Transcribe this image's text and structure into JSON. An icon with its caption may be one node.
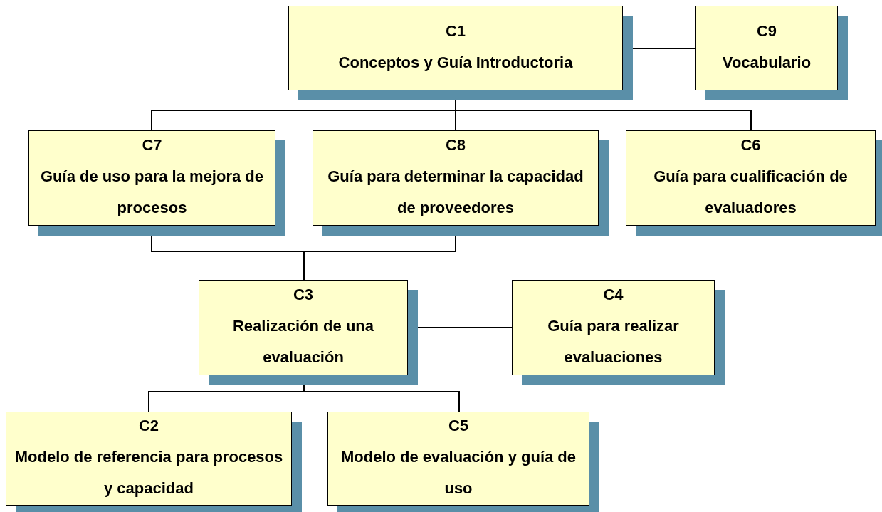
{
  "diagram": {
    "nodes": [
      {
        "text": [
          "C1",
          "Conceptos y Guía Introductoria"
        ]
      },
      {
        "text": [
          "C9",
          "Vocabulario"
        ]
      },
      {
        "text": [
          "C7",
          "Guía de uso para la mejora de procesos"
        ]
      },
      {
        "text": [
          "C8",
          "Guía para determinar la capacidad de proveedores"
        ]
      },
      {
        "text": [
          "C6",
          "Guía para cualificación de evaluadores"
        ]
      },
      {
        "text": [
          "C3",
          "Realización de una evaluación"
        ]
      },
      {
        "text": [
          "C4",
          "Guía para realizar evaluaciones"
        ]
      },
      {
        "text": [
          "C2",
          "Modelo de referencia para procesos y capacidad"
        ]
      },
      {
        "text": [
          "C5",
          "Modelo de evaluación y guía de uso"
        ]
      }
    ],
    "edges": [
      {
        "from": 0,
        "to": 1,
        "arrow": "none"
      },
      {
        "from": 0,
        "to": 2,
        "arrow": "none"
      },
      {
        "from": 0,
        "to": 3,
        "arrow": "none"
      },
      {
        "from": 0,
        "to": 4,
        "arrow": "none"
      },
      {
        "from": 2,
        "to": 5,
        "arrow": "none"
      },
      {
        "from": 3,
        "to": 5,
        "arrow": "none"
      },
      {
        "from": 5,
        "to": 6,
        "arrow": "none"
      },
      {
        "from": 5,
        "to": 7,
        "arrow": "none"
      },
      {
        "from": 5,
        "to": 8,
        "arrow": "none"
      }
    ]
  }
}
